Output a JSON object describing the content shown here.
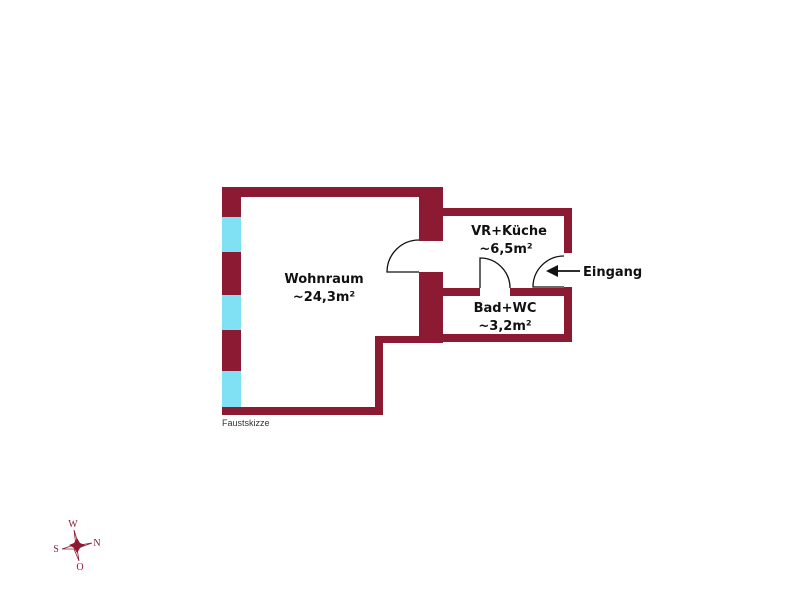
{
  "colors": {
    "wall": "#8b1a32",
    "window": "#80e1f5",
    "text": "#111111"
  },
  "rooms": [
    {
      "name": "Wohnraum",
      "area": "~24,3m²"
    },
    {
      "name": "VR+Küche",
      "area": "~6,5m²"
    },
    {
      "name": "Bad+WC",
      "area": "~3,2m²"
    }
  ],
  "entrance_label": "Eingang",
  "note": "Faustskizze",
  "compass": {
    "north": "N",
    "south": "S",
    "east": "O",
    "west": "W"
  }
}
